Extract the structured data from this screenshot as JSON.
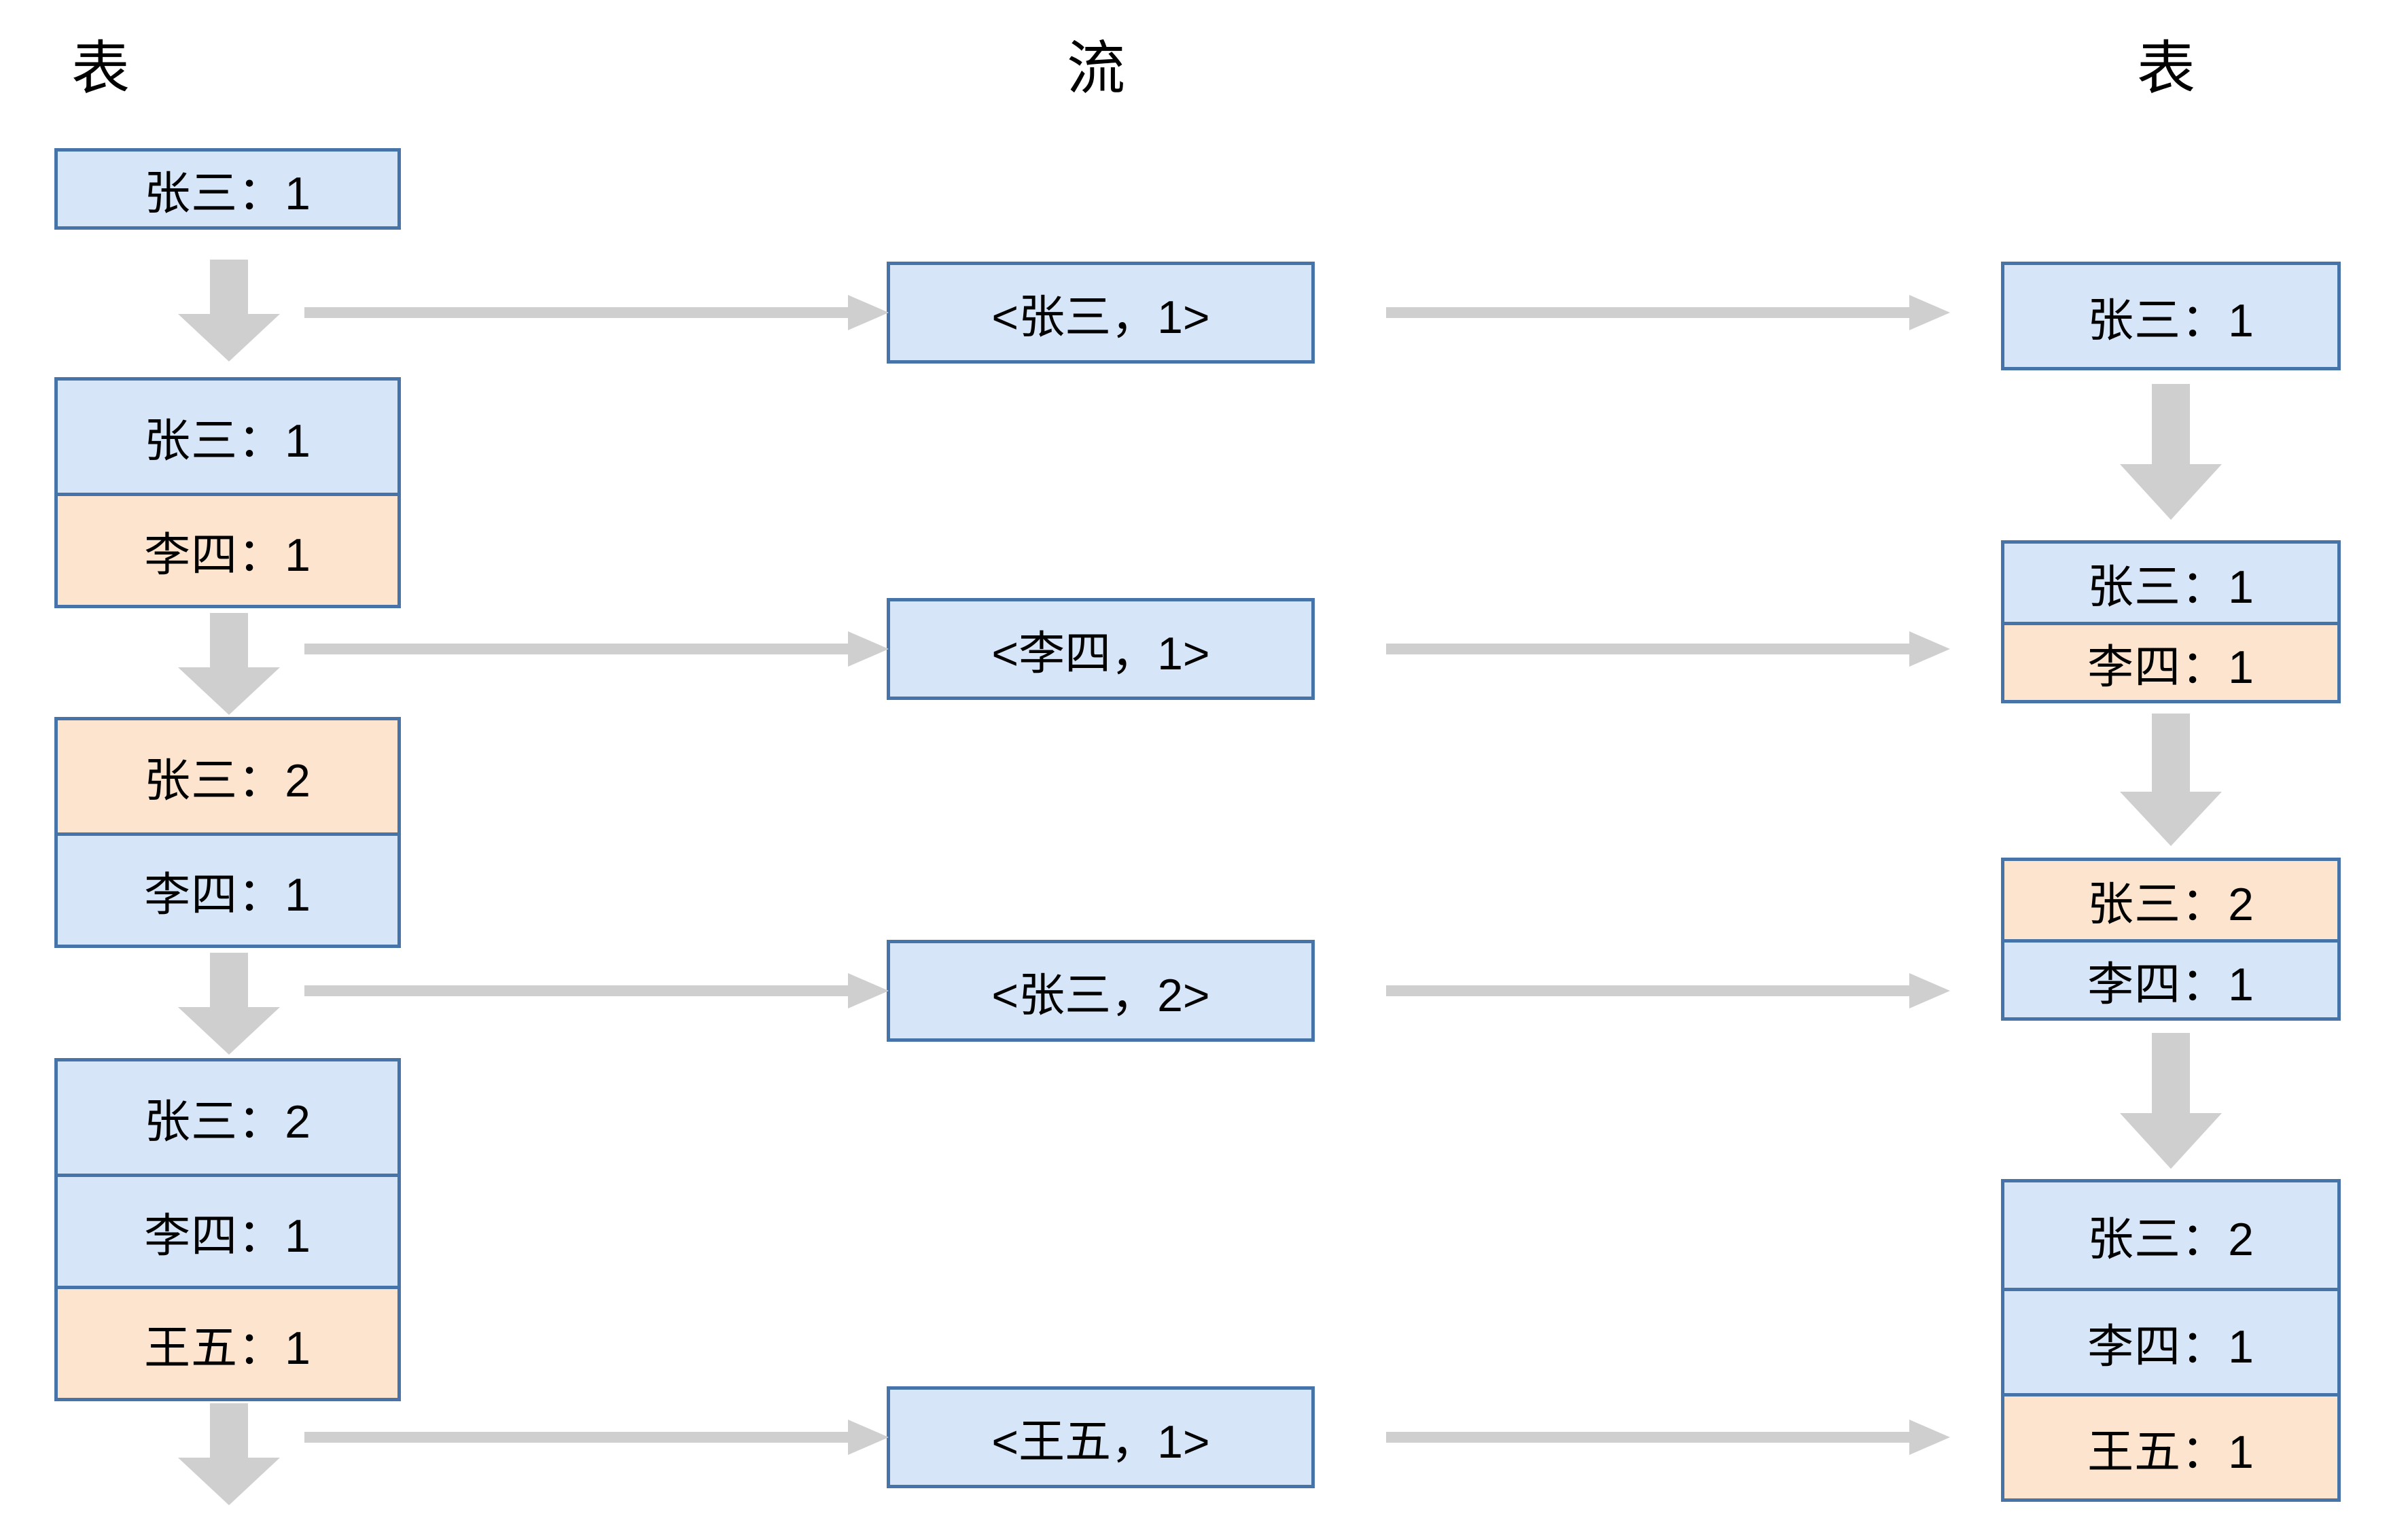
{
  "headers": {
    "left": "表",
    "middle": "流",
    "right": "表"
  },
  "colors": {
    "row_blue_fill": "#D6E5F7",
    "row_orange_fill": "#FCE4CE",
    "box_border": "#4674A8",
    "arrow_gray": "#CFCFCF",
    "background": "#FFFFFF",
    "text": "#000000"
  },
  "left_table_states": [
    {
      "rows": [
        {
          "text": "张三：1",
          "highlight": "blue"
        }
      ]
    },
    {
      "rows": [
        {
          "text": "张三：1",
          "highlight": "blue"
        },
        {
          "text": "李四：1",
          "highlight": "orange"
        }
      ]
    },
    {
      "rows": [
        {
          "text": "张三：2",
          "highlight": "orange"
        },
        {
          "text": "李四：1",
          "highlight": "blue"
        }
      ]
    },
    {
      "rows": [
        {
          "text": "张三：2",
          "highlight": "blue"
        },
        {
          "text": "李四：1",
          "highlight": "blue"
        },
        {
          "text": "王五：1",
          "highlight": "orange"
        }
      ]
    }
  ],
  "stream_events": [
    {
      "text": "<张三，1>"
    },
    {
      "text": "<李四，1>"
    },
    {
      "text": "<张三，2>"
    },
    {
      "text": "<王五，1>"
    }
  ],
  "right_table_states": [
    {
      "rows": [
        {
          "text": "张三：1",
          "highlight": "blue"
        }
      ]
    },
    {
      "rows": [
        {
          "text": "张三：1",
          "highlight": "blue"
        },
        {
          "text": "李四：1",
          "highlight": "orange"
        }
      ]
    },
    {
      "rows": [
        {
          "text": "张三：2",
          "highlight": "orange"
        },
        {
          "text": "李四：1",
          "highlight": "blue"
        }
      ]
    },
    {
      "rows": [
        {
          "text": "张三：2",
          "highlight": "blue"
        },
        {
          "text": "李四：1",
          "highlight": "blue"
        },
        {
          "text": "王五：1",
          "highlight": "orange"
        }
      ]
    }
  ]
}
